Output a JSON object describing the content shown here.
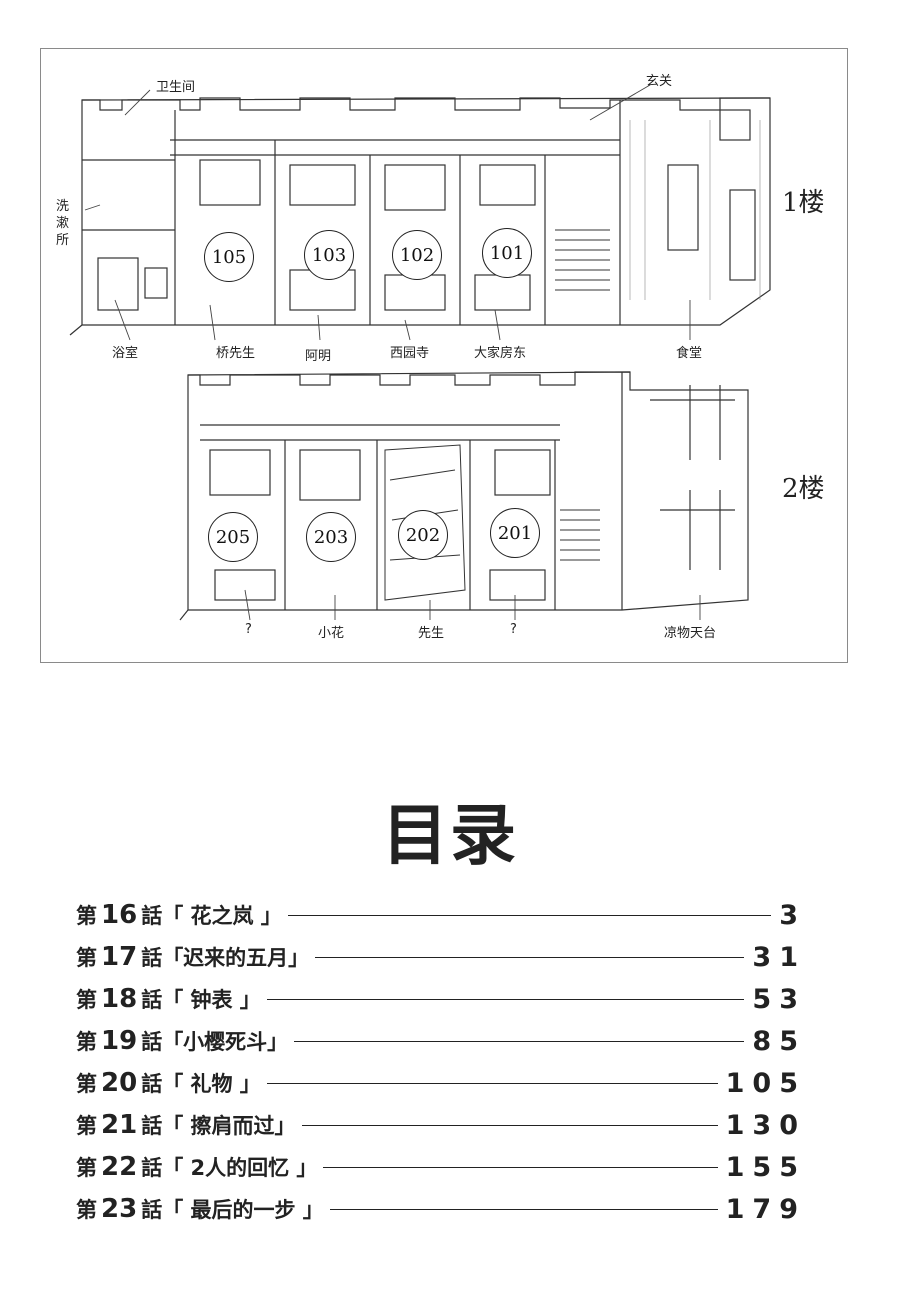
{
  "floor_plan": {
    "floor1_label": "1楼",
    "floor2_label": "2楼",
    "floor1_rooms": [
      "105",
      "103",
      "102",
      "101"
    ],
    "floor2_rooms": [
      "205",
      "203",
      "202",
      "201"
    ],
    "labels": {
      "toilet": "卫生间",
      "entrance": "玄关",
      "washroom": "洗漱所",
      "bathroom": "浴室",
      "hashi": "桥先生",
      "aming": "阿明",
      "nishizono": "西园寺",
      "landlord": "大家房东",
      "dining": "食堂",
      "unknown1": "?",
      "xiaohua": "小花",
      "sensei": "先生",
      "unknown2": "?",
      "drying_deck": "凉物天台"
    }
  },
  "toc": {
    "title": "目录",
    "entries": [
      {
        "prefix": "第",
        "num": "16",
        "suffix": "話",
        "name": "「 花之岚 」",
        "page": "3"
      },
      {
        "prefix": "第",
        "num": "17",
        "suffix": "話",
        "name": "「迟来的五月」",
        "page": "31"
      },
      {
        "prefix": "第",
        "num": "18",
        "suffix": "話",
        "name": "「 钟表 」",
        "page": "53"
      },
      {
        "prefix": "第",
        "num": "19",
        "suffix": "話",
        "name": "「小樱死斗」",
        "page": "85"
      },
      {
        "prefix": "第",
        "num": "20",
        "suffix": "話",
        "name": "「 礼物 」",
        "page": "105"
      },
      {
        "prefix": "第",
        "num": "21",
        "suffix": "話",
        "name": "「 擦肩而过」",
        "page": "130"
      },
      {
        "prefix": "第",
        "num": "22",
        "suffix": "話",
        "name": "「 2人的回忆 」",
        "page": "155"
      },
      {
        "prefix": "第",
        "num": "23",
        "suffix": "話",
        "name": "「 最后的一步 」",
        "page": "179"
      }
    ]
  }
}
